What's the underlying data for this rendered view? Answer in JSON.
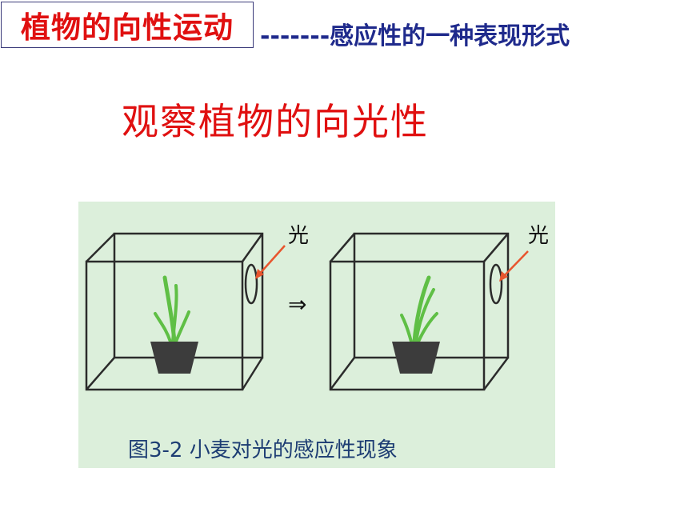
{
  "header": {
    "title": "植物的向性运动",
    "subtitle": "-------感应性的一种表现形式"
  },
  "main": {
    "heading": "观察植物的向光性"
  },
  "figure": {
    "light_label_left": "光",
    "light_label_right": "光",
    "arrow_symbol": "⇒",
    "caption": "图3-2 小麦对光的感应性现象"
  },
  "colors": {
    "title_red": "#e01010",
    "subtitle_blue": "#1f2a8c",
    "figure_bg": "#dcefdb",
    "plant_green": "#5fbf45",
    "pot_dark": "#3c3c3c",
    "light_arrow": "#e8552e",
    "caption_blue": "#1d3d73"
  }
}
